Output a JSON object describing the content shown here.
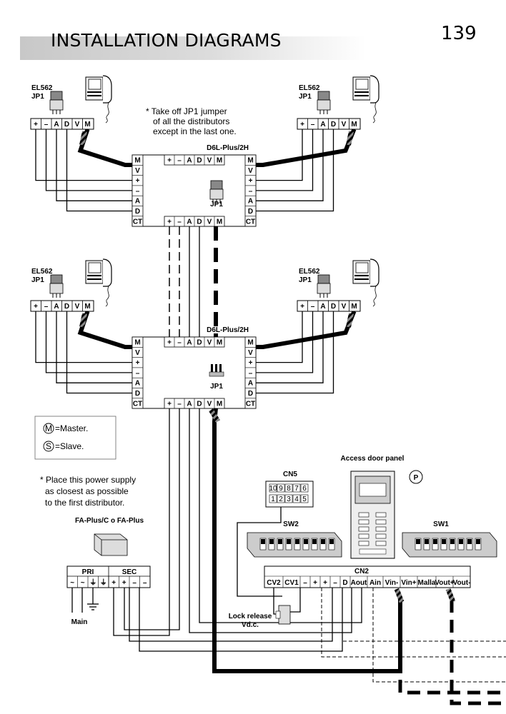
{
  "header": {
    "title": "INSTALLATION DIAGRAMS",
    "page_number": "139"
  },
  "monitor": {
    "model": "EL562",
    "jumper": "JP1"
  },
  "monitor_terminals": [
    "+",
    "–",
    "A",
    "D",
    "V",
    "M"
  ],
  "distributor": {
    "name": "D6L-Plus/2H",
    "jumper": "JP1",
    "left_terminals": [
      "M",
      "V",
      "+",
      "–",
      "A",
      "D",
      "CT"
    ],
    "top_terminals": [
      "+",
      "–",
      "A",
      "D",
      "V",
      "M"
    ],
    "right_terminals": [
      "M",
      "V",
      "+",
      "–",
      "A",
      "D",
      "CT"
    ],
    "bottom_terminals": [
      "+",
      "–",
      "A",
      "D",
      "V",
      "M"
    ]
  },
  "notes": {
    "jumper_note": [
      "* Take off JP1 jumper",
      "of all the distributors",
      "except in the last one."
    ],
    "power_note": [
      "* Place this power supply",
      "as closest as possible",
      "to the first distributor."
    ]
  },
  "legend": [
    {
      "symbol": "M",
      "text": "=Master."
    },
    {
      "symbol": "S",
      "text": "=Slave."
    }
  ],
  "power_supply": {
    "name": "FA-Plus/C o FA-Plus",
    "pri_label": "PRI",
    "sec_label": "SEC",
    "terminals": [
      "~",
      "~",
      "⏚",
      "⏚",
      "+",
      "+",
      "–",
      "–"
    ],
    "main_label": "Main"
  },
  "door_panel": {
    "title": "Access door panel",
    "p_symbol": "P",
    "cn5_label": "CN5",
    "cn5_top": [
      "10",
      "9",
      "8",
      "7",
      "6"
    ],
    "cn5_bottom": [
      "1",
      "2",
      "3",
      "4",
      "5"
    ],
    "sw2_label": "SW2",
    "sw1_label": "SW1",
    "cn2_label": "CN2",
    "cn2_terminals": [
      "CV2",
      "CV1",
      "–",
      "+",
      "+",
      "–",
      "D",
      "Aout",
      "Ain",
      "Vin-",
      "Vin+",
      "Malla",
      "Vout+",
      "Vout-"
    ],
    "lock_release": [
      "Lock release",
      "Vd.c."
    ]
  }
}
